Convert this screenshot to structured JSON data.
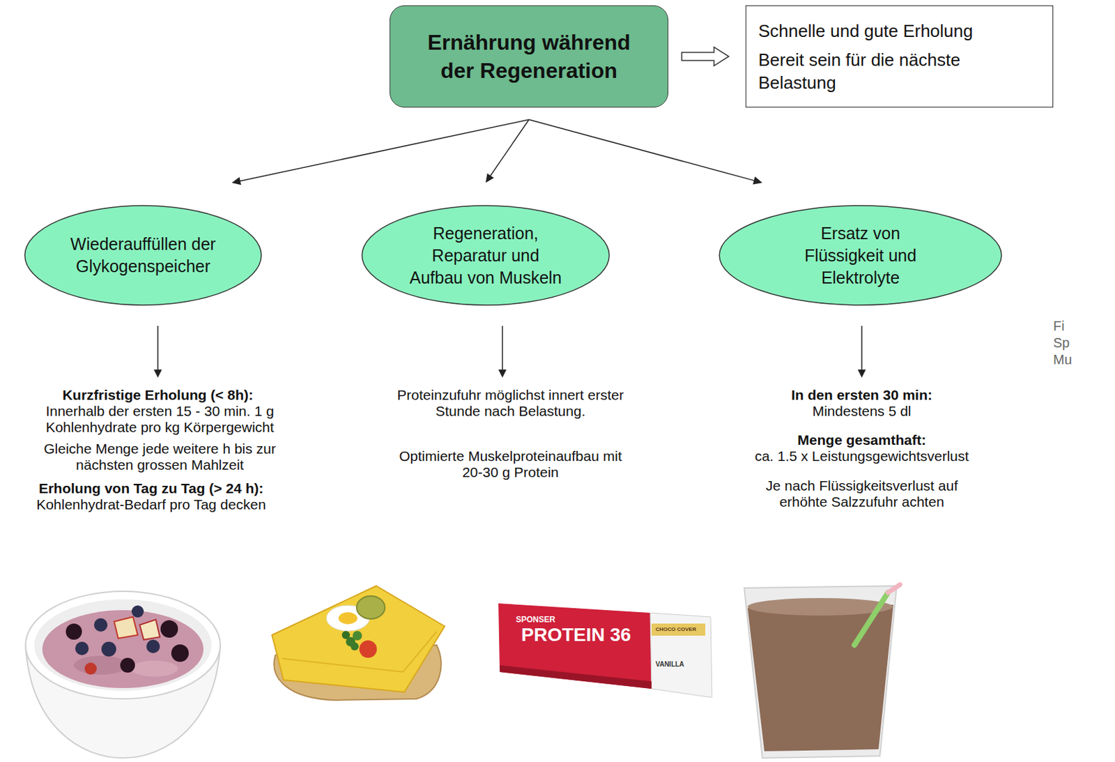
{
  "diagram": {
    "nodes": [
      {
        "text": [
          "Ernährung während der Regeneration"
        ]
      },
      {
        "text": [
          "Schnelle und gute Erholung",
          "Bereit sein für die nächste Belastung"
        ]
      },
      {
        "text": [
          "Wiederauffüllen der Glykogenspeicher"
        ]
      },
      {
        "text": [
          "Regeneration, Reparatur und Aufbau von Muskeln"
        ]
      },
      {
        "text": [
          "Ersatz von Flüssigkeit und Elektrolyte"
        ]
      }
    ],
    "edges": [
      {
        "from": 0,
        "to": 1,
        "arrow": "to"
      },
      {
        "from": 0,
        "to": 2,
        "arrow": "to"
      },
      {
        "from": 0,
        "to": 3,
        "arrow": "to"
      },
      {
        "from": 0,
        "to": 4,
        "arrow": "to"
      }
    ],
    "labels": [
      "Kurzfristige Erholung (< 8h):",
      "Innerhalb der ersten 15 - 30 min. 1 g Kohlenhydrate pro kg Körpergewicht",
      "Gleiche Menge jede weitere h bis zur nächsten grossen Mahlzeit",
      "Erholung von Tag zu Tag (> 24 h):",
      "Kohlenhydrat-Bedarf pro Tag decken",
      "Proteinzufuhr möglichst innert erster Stunde nach Belastung.",
      "Optimierte Muskelproteinaufbau mit 20-30 g Protein",
      "In den ersten 30 min:",
      "Mindestens 5 dl",
      "Menge gesamthaft:",
      "ca. 1.5 x Leistungsgewichtsverlust",
      "Je nach Flüssigkeitsverlust auf erhöhte Salzzufuhr achten",
      "Fi",
      "Sp",
      "Mu",
      "SPONSER",
      "PROTEIN 36",
      "CHOCO COVER",
      "VANILLA"
    ]
  }
}
